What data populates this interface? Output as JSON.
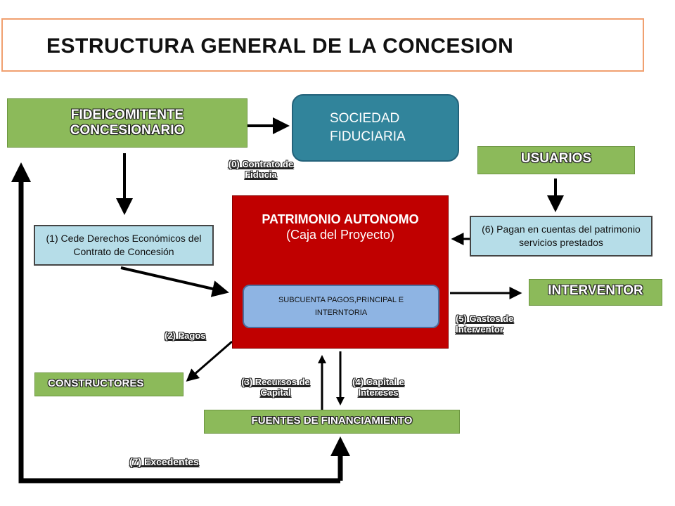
{
  "title": "ESTRUCTURA GENERAL DE LA CONCESION",
  "nodes": {
    "fideicomitente": "FIDEICOMITENTE CONCESIONARIO",
    "sociedad": "SOCIEDAD FIDUCIARIA",
    "usuarios": "USUARIOS",
    "cede": "(1) Cede Derechos Económicos del Contrato de Concesión",
    "patrimonio_title": "PATRIMONIO AUTONOMO",
    "patrimonio_sub": "(Caja del Proyecto)",
    "subcuenta": "SUBCUENTA PAGOS,PRINCIPAL E INTERNTORIA",
    "pagan": "(6) Pagan en cuentas del patrimonio servicios prestados",
    "interventor": "INTERVENTOR",
    "constructores": "CONSTRUCTORES",
    "fuentes": "FUENTES DE FINANCIAMIENTO"
  },
  "edge_labels": {
    "contrato": "(0)  Contrato de Fiducia",
    "pagos": "(2) Pagos",
    "recursos": "(3) Recursos de Capital",
    "capital": "(4) Capital e Intereses",
    "gastos": "(5) Gastos de Interventor",
    "excedentes": "(7) Excedentes"
  },
  "colors": {
    "green": "#8cba5a",
    "teal": "#31849b",
    "red": "#c00000",
    "lightblue": "#b6dde8",
    "subcuenta": "#8eb4e3",
    "title_border": "#f0a070"
  }
}
